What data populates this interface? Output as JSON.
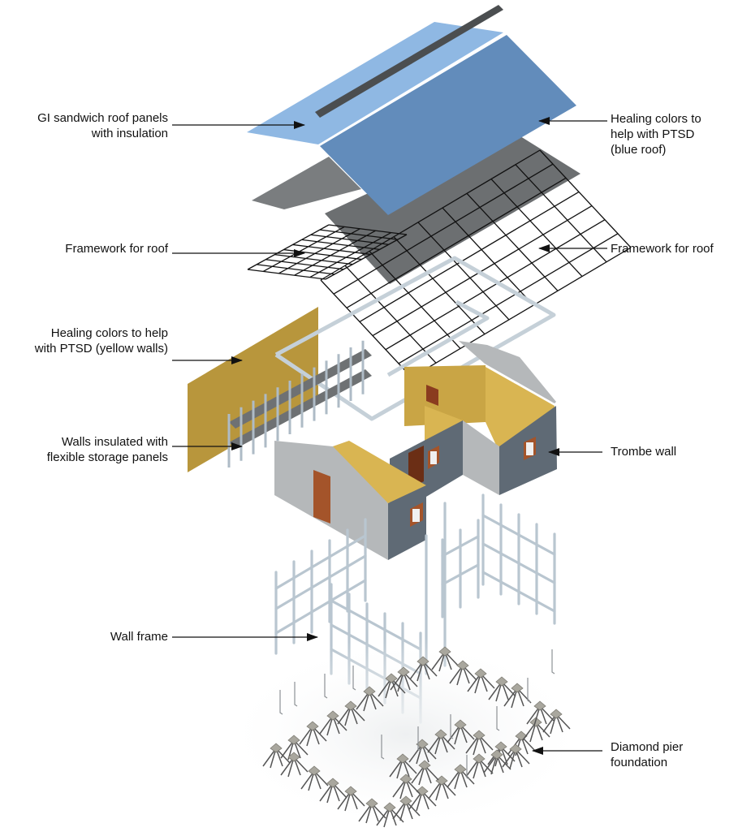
{
  "diagram": {
    "title": "Exploded axonometric of a prefabricated house",
    "colors": {
      "roof_light_blue": "#8fb8e3",
      "roof_blue": "#628cbb",
      "roof_grey": "#6c6f71",
      "ridge_cap": "#4b4e50",
      "yellow_wall": "#b8963c",
      "interior_yellow": "#d9b552",
      "wall_light_grey": "#b5b8ba",
      "wall_dark_grey": "#5f6a75",
      "frame_steel": "#c5d0d8",
      "door": "#a4542a",
      "text": "#111111",
      "arrow": "#111111"
    },
    "labels": [
      {
        "id": "gi-roof-panels",
        "side": "left",
        "text": "GI sandwich roof panels\nwith insulation",
        "points_to": "light blue roof panel"
      },
      {
        "id": "blue-roof",
        "side": "right",
        "text": "Healing colors to\nhelp with PTSD\n(blue roof)",
        "points_to": "blue roof panel"
      },
      {
        "id": "roof-framework-left",
        "side": "left",
        "text": "Framework for roof",
        "points_to": "left roof grid"
      },
      {
        "id": "roof-framework-right",
        "side": "right",
        "text": "Framework for roof",
        "points_to": "right roof grid"
      },
      {
        "id": "yellow-walls",
        "side": "left",
        "text": "Healing colors to help\nwith PTSD (yellow walls)",
        "points_to": "yellow wall panel"
      },
      {
        "id": "storage-panels",
        "side": "left",
        "text": "Walls insulated with\nflexible storage panels",
        "points_to": "storage shelving panels"
      },
      {
        "id": "trombe-wall",
        "side": "right",
        "text": "Trombe wall",
        "points_to": "dark grey wall"
      },
      {
        "id": "wall-frame",
        "side": "left",
        "text": "Wall frame",
        "points_to": "steel wall frame"
      },
      {
        "id": "diamond-pier",
        "side": "right",
        "text": "Diamond pier\nfoundation",
        "points_to": "pier foundations"
      }
    ]
  }
}
